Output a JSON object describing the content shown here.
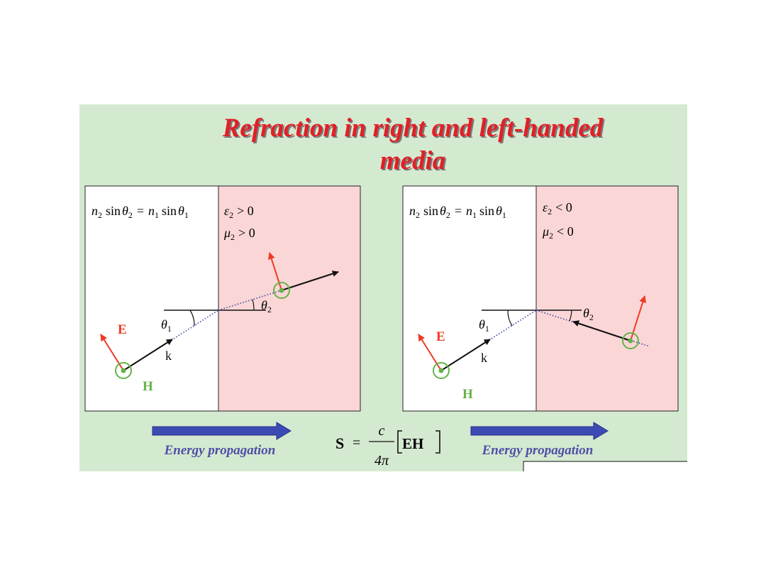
{
  "title": {
    "line1": "Refraction in right and left-handed",
    "line2": "media"
  },
  "colors": {
    "background": "#d4ead0",
    "medium2": "#fbd6d6",
    "title": "#e21f26",
    "e_vector": "#ee3a24",
    "h_vector": "#62b346",
    "energy_text": "#4d4fa6",
    "energy_arrow": "#3c4bb4"
  },
  "left_panel": {
    "snell": {
      "n2": "n",
      "n2_sub": "2",
      "sin": "sin",
      "theta": "θ",
      "theta2_sub": "2",
      "equals": "=",
      "n1": "n",
      "n1_sub": "1",
      "theta1_sub": "1"
    },
    "eps": {
      "symbol": "ε",
      "sub": "2",
      "rel": "> 0"
    },
    "mu": {
      "symbol": "μ",
      "sub": "2",
      "rel": "> 0"
    },
    "theta1": {
      "symbol": "θ",
      "sub": "1"
    },
    "theta2": {
      "symbol": "θ",
      "sub": "2"
    },
    "e_label": "E",
    "h_label": "H",
    "k_label": "k"
  },
  "right_panel": {
    "snell": {
      "n2": "n",
      "n2_sub": "2",
      "sin": "sin",
      "theta": "θ",
      "theta2_sub": "2",
      "equals": "=",
      "n1": "n",
      "n1_sub": "1",
      "theta1_sub": "1"
    },
    "eps": {
      "symbol": "ε",
      "sub": "2",
      "rel": "< 0"
    },
    "mu": {
      "symbol": "μ",
      "sub": "2",
      "rel": "< 0"
    },
    "theta1": {
      "symbol": "θ",
      "sub": "1"
    },
    "theta2": {
      "symbol": "θ",
      "sub": "2"
    },
    "e_label": "E",
    "h_label": "H",
    "k_label": "k"
  },
  "poynting": {
    "lhs": "S",
    "equals": "=",
    "numerator": "c",
    "denominator": "4π",
    "bracket_content": "EH"
  },
  "energy_left": "Energy propagation",
  "energy_right": "Energy propagation"
}
